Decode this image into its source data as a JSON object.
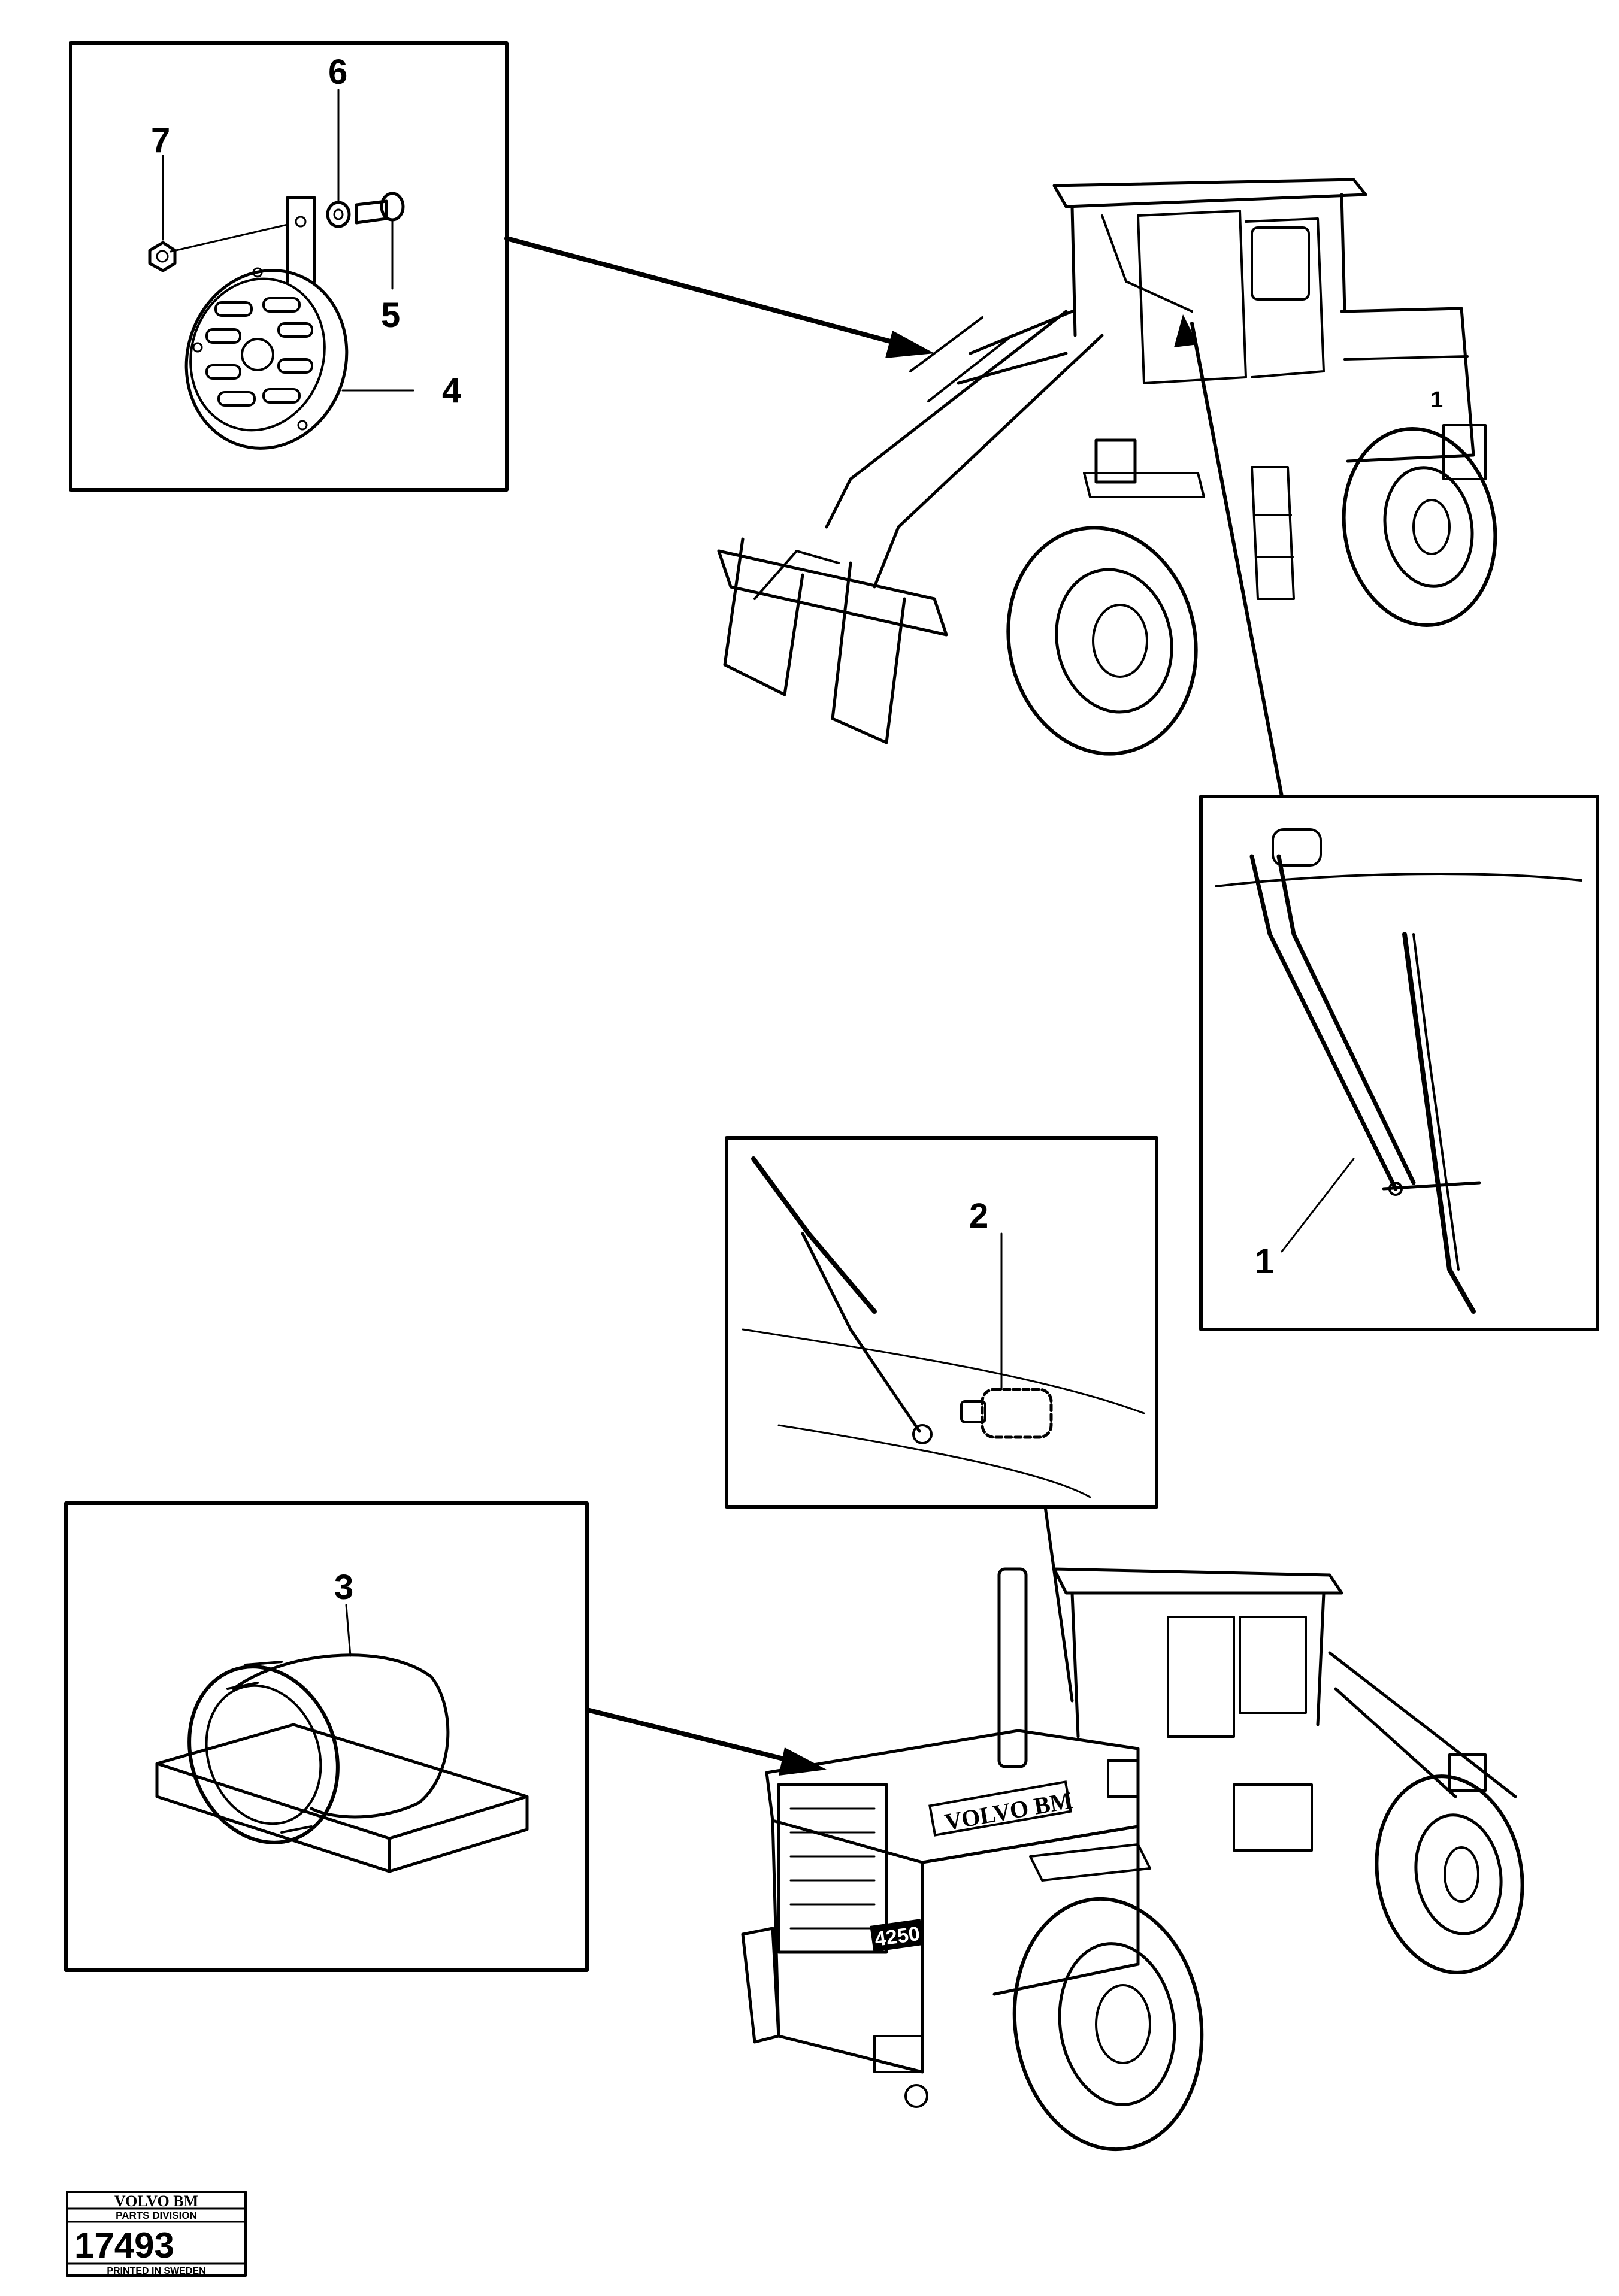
{
  "callouts": {
    "c1": "1",
    "c2": "2",
    "c3": "3",
    "c4": "4",
    "c5": "5",
    "c6": "6",
    "c7": "7"
  },
  "machine_upper": {
    "cab_marker": "1"
  },
  "machine_lower": {
    "badge": "VOLVO BM",
    "model": "4250"
  },
  "title_block": {
    "brand": "VOLVO BM",
    "division": "PARTS DIVISION",
    "number": "17493",
    "printed": "PRINTED IN SWEDEN"
  }
}
